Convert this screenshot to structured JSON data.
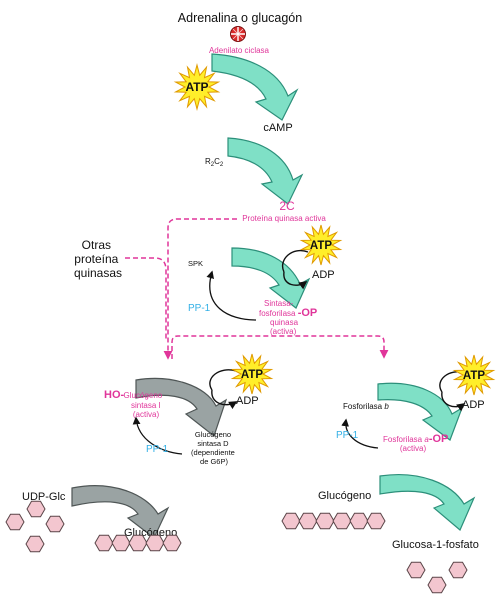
{
  "colors": {
    "teal_arrow": "#7fe0c6",
    "teal_stroke": "#2c8f7a",
    "gray_arrow": "#9aa3a3",
    "gray_stroke": "#4f5656",
    "magenta": "#e0359a",
    "cyan_text": "#33b0e6",
    "atp_fill": "#ffee2a",
    "atp_stroke": "#e09a00",
    "hexagon_fill": "#f3c6cf",
    "hexagon_stroke": "#5a4548",
    "enzyme_red": "#d92a2a"
  },
  "top": {
    "title": "Adrenalina o glucagón",
    "enzyme": "Adenilato ciclasa",
    "atp": "ATP",
    "camp": "cAMP"
  },
  "pka": {
    "r2c2": "R",
    "r2c2_sub1": "2",
    "r2c2_mid": "C",
    "r2c2_sub2": "2",
    "product": "2C",
    "active_label": "Proteína quinasa activa"
  },
  "other_kinases": {
    "line1": "Otras",
    "line2": "proteína",
    "line3": "quinasas"
  },
  "spk": {
    "label": "SPK",
    "atp": "ATP",
    "adp": "ADP",
    "pp1": "PP-1",
    "product_line1": "Sintasa-",
    "product_line2": "fosforilasa",
    "product_op": "-OP",
    "product_line3": "quinasa",
    "product_line4": "(activa)"
  },
  "synthase": {
    "ho": "HO-",
    "active_line1": "Glucógeno",
    "active_line2": "sintasa I",
    "active_line3": "(activa)",
    "atp": "ATP",
    "adp": "ADP",
    "pp1": "PP-1",
    "d_line1": "Glucógeno",
    "d_line2": "sintasa D",
    "d_line3": "(dependiente",
    "d_line4": "de G6P)"
  },
  "phosphorylase": {
    "b_label": "Fosforilasa",
    "b_italic": "b",
    "atp": "ATP",
    "adp": "ADP",
    "pp1": "PP-1",
    "a_label": "Fosforilasa",
    "a_italic": "a",
    "a_op": "-OP",
    "a_active": "(activa)"
  },
  "left_path": {
    "udp": "UDP-Glc",
    "glycogen": "Glucógeno"
  },
  "right_path": {
    "glycogen": "Glucógeno",
    "product": "Glucosa-1-fosfato"
  }
}
